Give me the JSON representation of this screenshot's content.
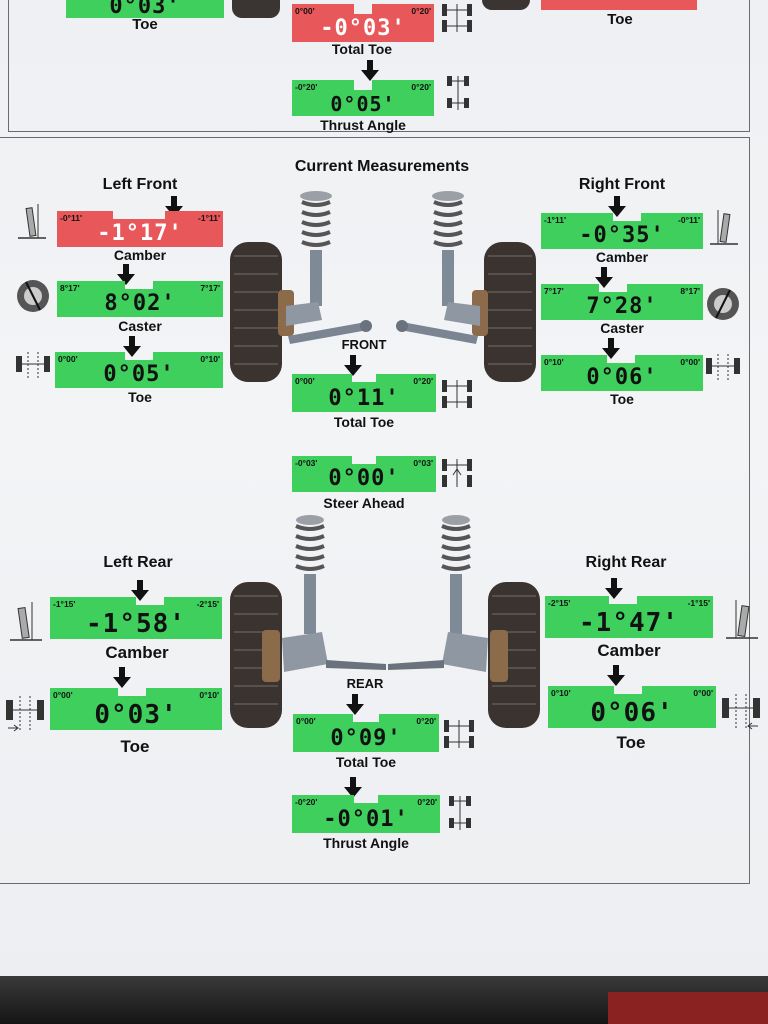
{
  "colors": {
    "green": "#3fcf5c",
    "red": "#e8585a",
    "border": "#6b6b6b"
  },
  "top_section": {
    "left_toe": {
      "value": "0°03",
      "label": "Toe"
    },
    "total_toe": {
      "value": "-0°03",
      "label": "Total Toe",
      "min": "0°00'",
      "max": "0°20'"
    },
    "right_toe": {
      "label": "Toe"
    },
    "thrust_angle": {
      "value": "0°05",
      "label": "Thrust Angle",
      "min": "-0°20'",
      "max": "0°20'"
    }
  },
  "main": {
    "title": "Current Measurements",
    "front_label": "FRONT",
    "rear_label": "REAR",
    "left_front": {
      "title": "Left Front",
      "camber": {
        "label": "Camber",
        "value": "-1°17",
        "min": "-0°11'",
        "max": "-1°11'",
        "status": "red"
      },
      "caster": {
        "label": "Caster",
        "value": "8°02",
        "min": "8°17'",
        "max": "7°17'",
        "status": "green"
      },
      "toe": {
        "label": "Toe",
        "value": "0°05",
        "min": "0°00'",
        "max": "0°10'",
        "status": "green"
      }
    },
    "right_front": {
      "title": "Right Front",
      "camber": {
        "label": "Camber",
        "value": "-0°35",
        "min": "-1°11'",
        "max": "-0°11'",
        "status": "green"
      },
      "caster": {
        "label": "Caster",
        "value": "7°28",
        "min": "7°17'",
        "max": "8°17'",
        "status": "green"
      },
      "toe": {
        "label": "Toe",
        "value": "0°06",
        "min": "0°10'",
        "max": "0°00'",
        "status": "green"
      }
    },
    "front_total_toe": {
      "label": "Total Toe",
      "value": "0°11",
      "min": "0°00'",
      "max": "0°20'"
    },
    "steer_ahead": {
      "label": "Steer Ahead",
      "value": "0°00",
      "min": "-0°03'",
      "max": "0°03'"
    },
    "left_rear": {
      "title": "Left Rear",
      "camber": {
        "label": "Camber",
        "value": "-1°58",
        "min": "-1°15'",
        "max": "-2°15'"
      },
      "toe": {
        "label": "Toe",
        "value": "0°03",
        "min": "0°00'",
        "max": "0°10'"
      }
    },
    "right_rear": {
      "title": "Right Rear",
      "camber": {
        "label": "Camber",
        "value": "-1°47",
        "min": "-2°15'",
        "max": "-1°15'"
      },
      "toe": {
        "label": "Toe",
        "value": "0°06",
        "min": "0°10'",
        "max": "0°00'"
      }
    },
    "rear_total_toe": {
      "label": "Total Toe",
      "value": "0°09",
      "min": "0°00'",
      "max": "0°20'"
    },
    "rear_thrust_angle": {
      "label": "Thrust Angle",
      "value": "-0°01",
      "min": "-0°20'",
      "max": "0°20'"
    }
  }
}
